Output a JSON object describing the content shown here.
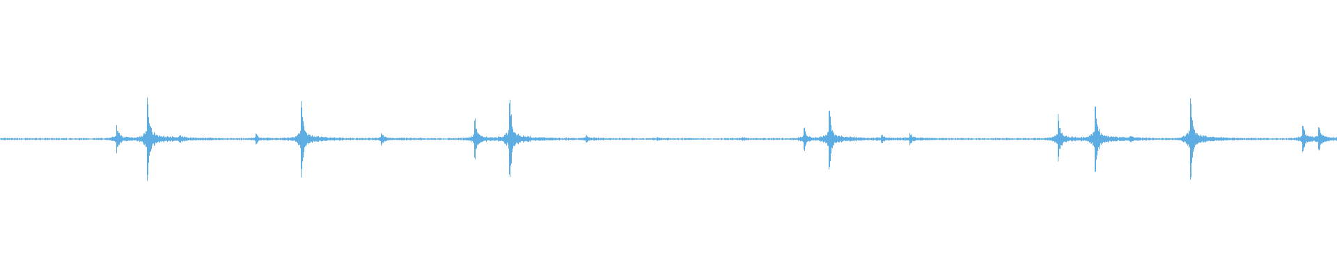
{
  "chart_data": {
    "type": "waveform",
    "title": "",
    "xlabel": "",
    "ylabel": "",
    "ylim": [
      -1,
      1
    ],
    "xlim": [
      0,
      1
    ],
    "grid": false,
    "color": "#5dade2",
    "background": "#ffffff",
    "noise_floor": 0.006,
    "events": [
      {
        "t": 0.087,
        "amp": 0.11
      },
      {
        "t": 0.11,
        "amp": 0.31
      },
      {
        "t": 0.134,
        "amp": 0.025
      },
      {
        "t": 0.191,
        "amp": 0.04
      },
      {
        "t": 0.225,
        "amp": 0.28
      },
      {
        "t": 0.285,
        "amp": 0.05
      },
      {
        "t": 0.355,
        "amp": 0.15
      },
      {
        "t": 0.381,
        "amp": 0.29
      },
      {
        "t": 0.438,
        "amp": 0.025
      },
      {
        "t": 0.491,
        "amp": 0.012
      },
      {
        "t": 0.555,
        "amp": 0.012
      },
      {
        "t": 0.601,
        "amp": 0.09
      },
      {
        "t": 0.62,
        "amp": 0.23
      },
      {
        "t": 0.659,
        "amp": 0.03
      },
      {
        "t": 0.68,
        "amp": 0.04
      },
      {
        "t": 0.791,
        "amp": 0.18
      },
      {
        "t": 0.819,
        "amp": 0.26
      },
      {
        "t": 0.845,
        "amp": 0.018
      },
      {
        "t": 0.89,
        "amp": 0.32
      },
      {
        "t": 0.974,
        "amp": 0.1
      },
      {
        "t": 0.986,
        "amp": 0.09
      }
    ]
  }
}
